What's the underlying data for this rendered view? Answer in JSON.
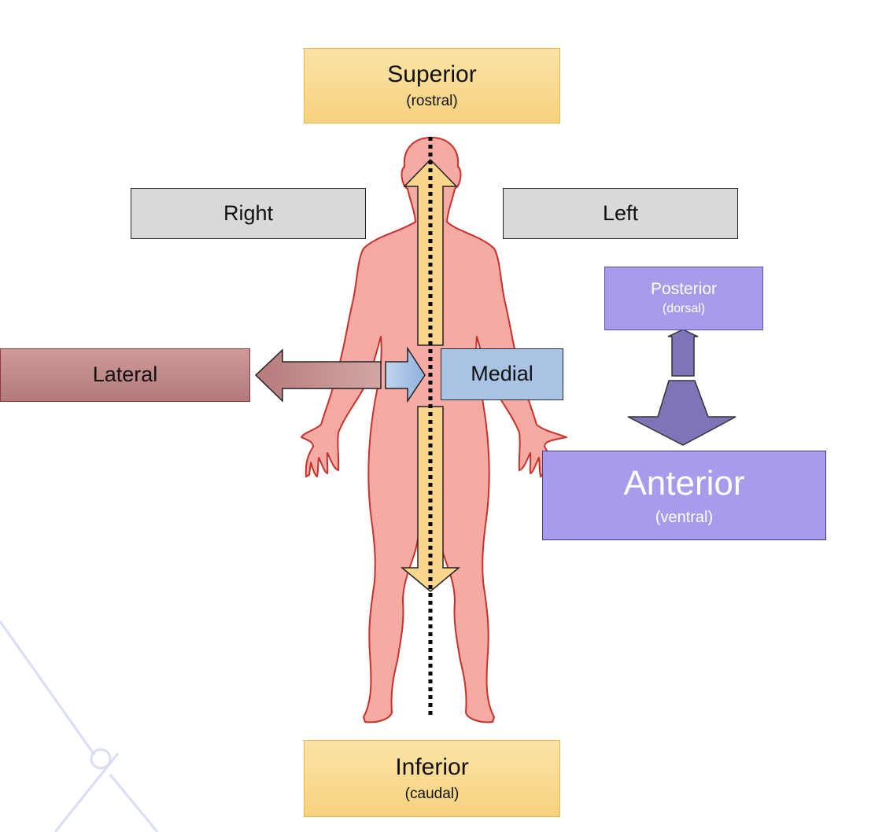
{
  "labels": {
    "superior": {
      "main": "Superior",
      "sub": "(rostral)"
    },
    "inferior": {
      "main": "Inferior",
      "sub": "(caudal)"
    },
    "right": {
      "main": "Right"
    },
    "left": {
      "main": "Left"
    },
    "lateral": {
      "main": "Lateral"
    },
    "medial": {
      "main": "Medial"
    },
    "posterior": {
      "main": "Posterior",
      "sub": "(dorsal)"
    },
    "anterior": {
      "main": "Anterior",
      "sub": "(ventral)"
    }
  },
  "colors": {
    "body_fill": "#f5aaa4",
    "body_outline": "#c8302b",
    "superior_inferior_arrow": "#f9d68b",
    "lateral_arrow": "#c08a8a",
    "medial_arrow": "#9ab8e0",
    "posterior_anterior_arrow": "#7e74b8",
    "background_line": "#d8dcf4"
  }
}
